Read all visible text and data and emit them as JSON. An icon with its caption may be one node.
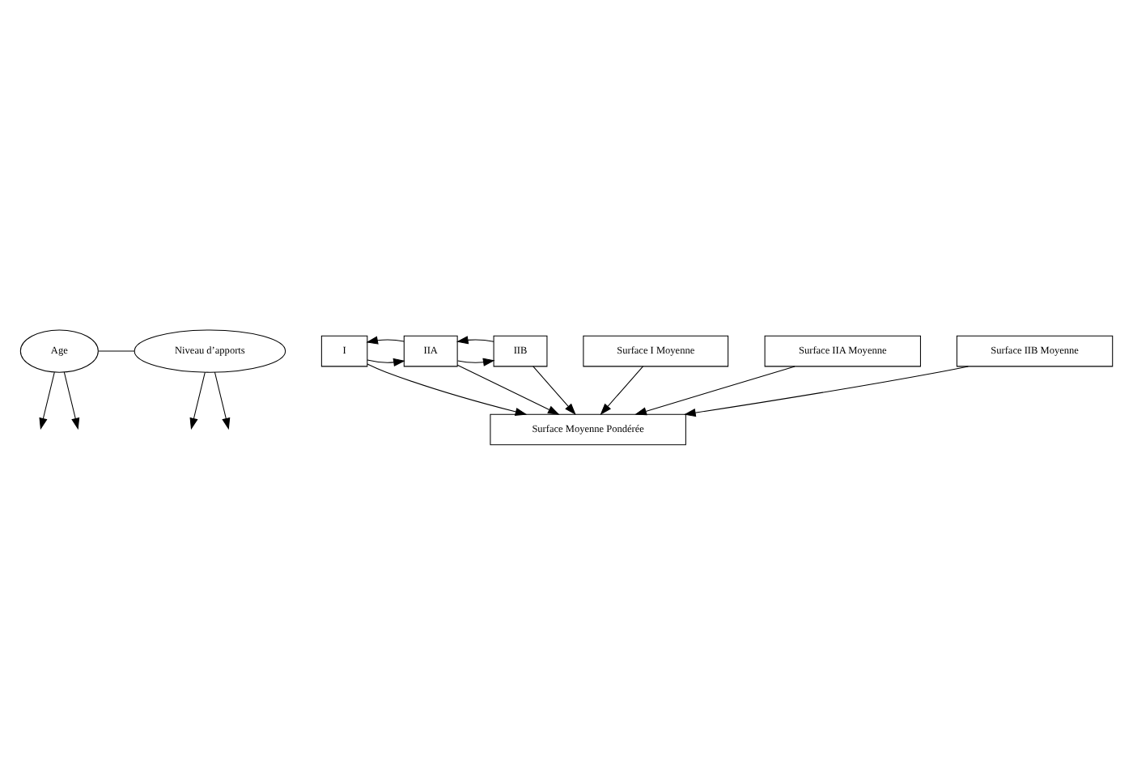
{
  "diagram": {
    "nodes": [
      {
        "text": [
          "Age"
        ]
      },
      {
        "text": [
          "Niveau d’apports"
        ]
      },
      {
        "text": [
          "I"
        ]
      },
      {
        "text": [
          "IIA"
        ]
      },
      {
        "text": [
          "IIB"
        ]
      },
      {
        "text": [
          "Surface Moyenne Pondérée"
        ]
      },
      {
        "text": [
          "Surface I Moyenne"
        ]
      },
      {
        "text": [
          "Surface IIA Moyenne"
        ]
      },
      {
        "text": [
          "Surface IIB Moyenne"
        ]
      }
    ],
    "edges": [
      {
        "from": 0,
        "to": 1,
        "arrow": "none"
      },
      {
        "from": 0,
        "to": null,
        "arrow": "to"
      },
      {
        "from": 0,
        "to": null,
        "arrow": "to"
      },
      {
        "from": 1,
        "to": null,
        "arrow": "to"
      },
      {
        "from": 1,
        "to": null,
        "arrow": "to"
      },
      {
        "from": 2,
        "to": 3,
        "arrow": "to"
      },
      {
        "from": 3,
        "to": 2,
        "arrow": "to"
      },
      {
        "from": 3,
        "to": 4,
        "arrow": "to"
      },
      {
        "from": 4,
        "to": 3,
        "arrow": "to"
      },
      {
        "from": 2,
        "to": 5,
        "arrow": "to"
      },
      {
        "from": 3,
        "to": 5,
        "arrow": "to"
      },
      {
        "from": 4,
        "to": 5,
        "arrow": "to"
      },
      {
        "from": 6,
        "to": 5,
        "arrow": "to"
      },
      {
        "from": 7,
        "to": 5,
        "arrow": "to"
      },
      {
        "from": 8,
        "to": 5,
        "arrow": "to"
      }
    ]
  }
}
